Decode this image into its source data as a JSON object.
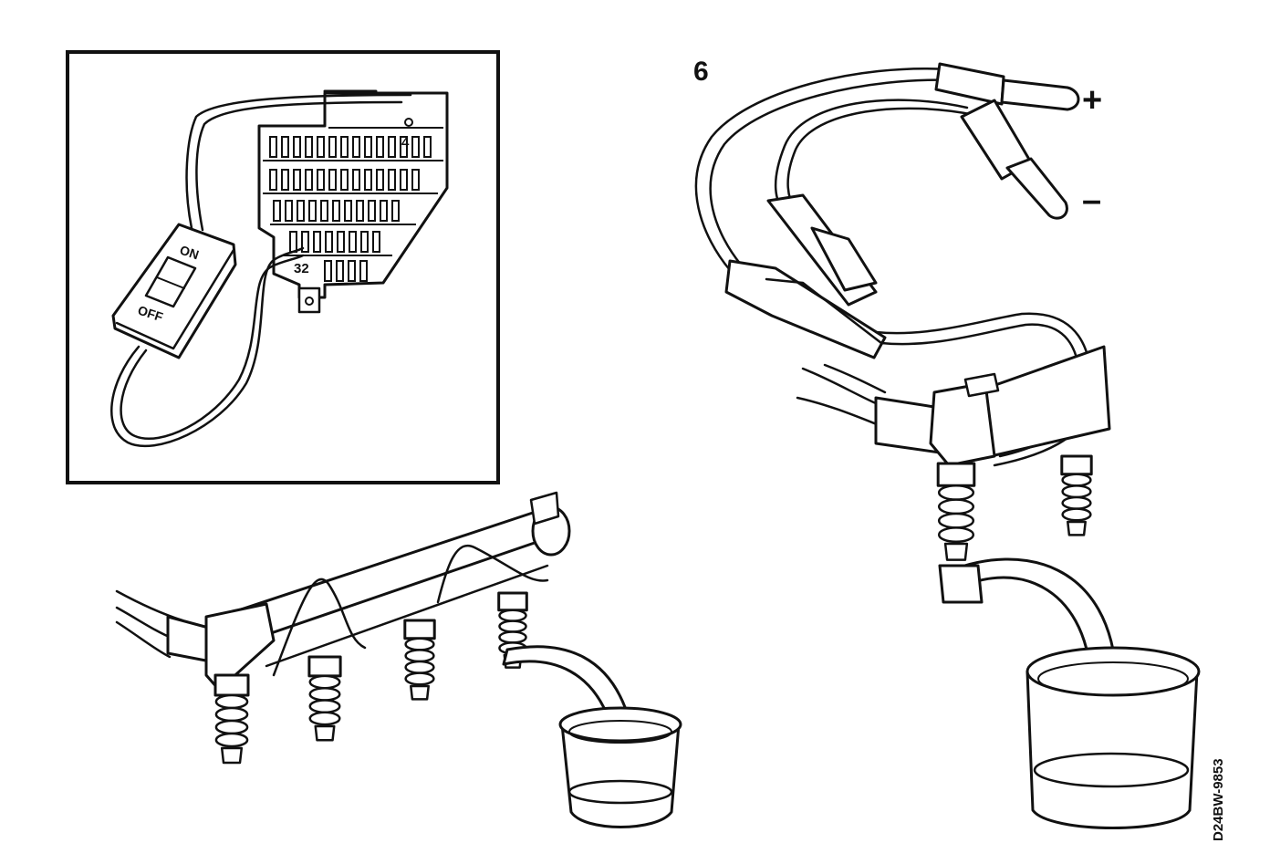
{
  "figure": {
    "step_number": "6",
    "plus_label": "+",
    "minus_label": "–",
    "reference_code": "D24BW-9853"
  },
  "inset": {
    "switch_on_label": "ON",
    "switch_off_label": "OFF",
    "fuse_4_label": "4",
    "fuse_32_label": "32"
  }
}
